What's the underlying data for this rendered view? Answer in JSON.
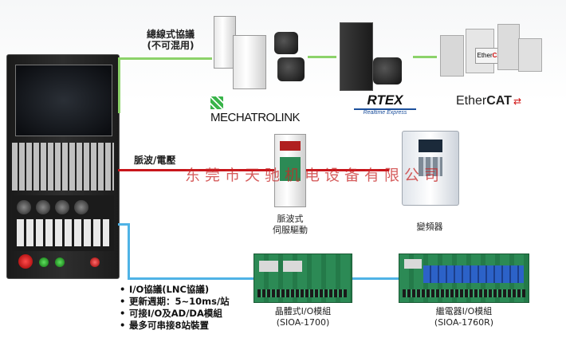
{
  "branches": {
    "bus": {
      "label_line1": "總線式協議",
      "label_line2": "(不可混用)"
    },
    "pulse": {
      "label": "脈波/電壓"
    }
  },
  "brands": {
    "mechatrolink": "MECHATROLINK",
    "rtex": "RTEX",
    "rtex_sub": "Realtime Express",
    "ethercat_prefix": "Ether",
    "ethercat_suffix": "CAT"
  },
  "devices": {
    "pulse_servo": {
      "line1": "脈波式",
      "line2": "伺服驅動"
    },
    "vfd": {
      "label": "變頻器"
    },
    "io_transistor": {
      "line1": "晶體式I/O模組",
      "line2": "(SIOA-1700)"
    },
    "io_relay": {
      "line1": "繼電器I/O模組",
      "line2": "(SIOA-1760R)"
    }
  },
  "io_features": [
    "I/O協議(LNC協議)",
    "更新週期：5~10ms/站",
    "可接I/O及AD/DA模組",
    "最多可串接8站裝置"
  ],
  "watermark": "东莞市天驰机电设备有限公司",
  "colors": {
    "bus_wire": "#8cd26a",
    "pulse_wire": "#c8151b",
    "io_wire": "#4fb3e6"
  }
}
